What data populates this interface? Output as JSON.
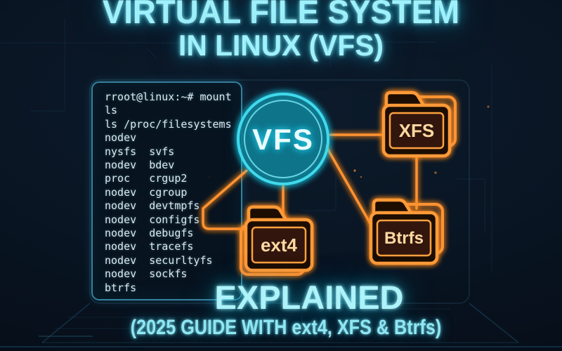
{
  "title": {
    "line1": "VIRTUAL FILE SYSTEM",
    "line2": "IN LINUX (VFS)"
  },
  "terminal": {
    "lines": [
      "rroot@linux:~# mount",
      "ls",
      "ls /proc/filesystems",
      "nodev",
      "nysfs  svfs",
      "nodev  bdev",
      "proc   crgup2",
      "nodev  cgroup",
      "nodev  devtmpfs",
      "nodev  configfs",
      "nodev  debugfs",
      "nodev  tracefs",
      "nodev  securltyfs",
      "nodev  sockfs",
      "btrfs"
    ]
  },
  "diagram": {
    "root": {
      "label": "VFS"
    },
    "nodes": [
      {
        "label": "XFS"
      },
      {
        "label": "ext4"
      },
      {
        "label": "Btrfs"
      }
    ]
  },
  "footer": {
    "headline": "EXPLAINED",
    "subtitle": "(2025 GUIDE WITH ext4, XFS & Btrfs)"
  },
  "colors": {
    "accent_cyan": "#3fd9ec",
    "accent_orange": "#ff9333",
    "title_text": "#9ff1fb",
    "terminal_text": "#d8e9ef",
    "folder_label": "#ffd9a2",
    "background": "#091523"
  }
}
